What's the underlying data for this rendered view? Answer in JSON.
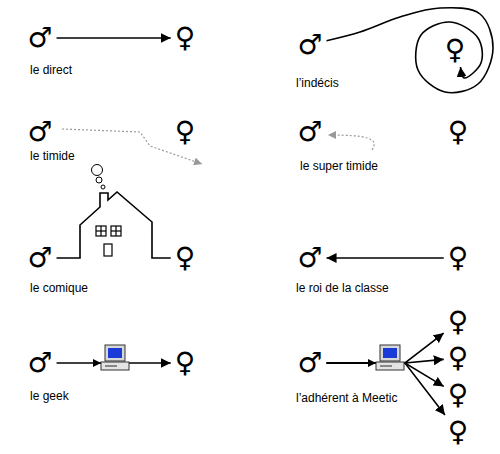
{
  "diagram": {
    "nodes": [
      {
        "text": [
          "♂"
        ]
      },
      {
        "text": [
          "♀"
        ]
      },
      {
        "text": [
          "♂"
        ]
      },
      {
        "text": [
          "♀"
        ]
      },
      {
        "text": [
          "♂"
        ]
      },
      {
        "text": [
          "♀"
        ]
      },
      {
        "text": [
          "♂"
        ]
      },
      {
        "text": [
          "♀"
        ]
      },
      {
        "text": [
          "♂"
        ]
      },
      {
        "text": [
          "♀"
        ]
      },
      {
        "text": [
          "♂"
        ]
      },
      {
        "text": [
          "♀"
        ]
      },
      {
        "text": [
          "♂"
        ]
      },
      {
        "text": [
          "♀"
        ]
      },
      {
        "text": [
          "♂"
        ]
      },
      {
        "text": [
          "♀"
        ]
      },
      {
        "text": [
          "♀"
        ]
      },
      {
        "text": [
          "♀"
        ]
      },
      {
        "text": [
          "♀"
        ]
      }
    ],
    "edges": [
      {
        "from": 0,
        "to": 1,
        "arrow": "to"
      },
      {
        "from": 2,
        "to": 3,
        "arrow": "to"
      },
      {
        "from": 8,
        "to": 9,
        "arrow": "none"
      },
      {
        "from": 11,
        "to": 10,
        "arrow": "to"
      },
      {
        "from": 12,
        "to": 13,
        "arrow": "to"
      },
      {
        "from": 14,
        "to": 15,
        "arrow": "to"
      },
      {
        "from": 14,
        "to": 16,
        "arrow": "to"
      },
      {
        "from": 14,
        "to": 17,
        "arrow": "to"
      },
      {
        "from": 14,
        "to": 18,
        "arrow": "to"
      }
    ],
    "labels": [
      "le direct",
      "l’indécis",
      "le timide",
      "le super timide",
      "le comique",
      "le roi de la classe",
      "le geek",
      "l’adhérent à Meetic"
    ]
  }
}
